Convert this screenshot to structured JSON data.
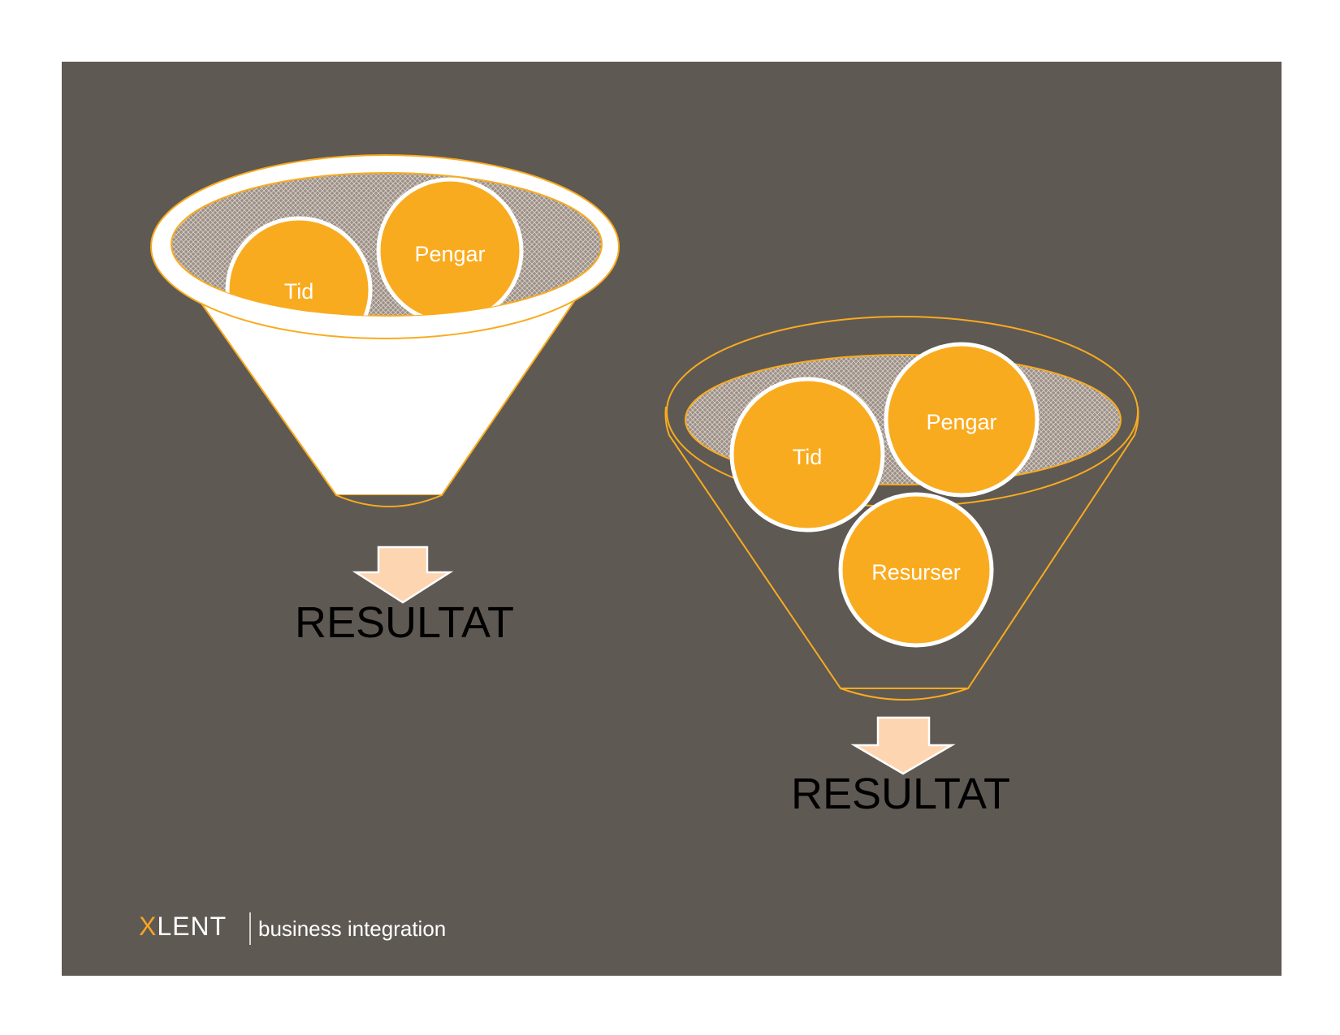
{
  "colors": {
    "background": "#5f5953",
    "accent": "#f9ab1f",
    "funnel_fill": "#ffffff",
    "arrow": "#fdd5b0",
    "basin": "#9a8f86"
  },
  "funnels": [
    {
      "circles": [
        {
          "label": "Tid"
        },
        {
          "label": "Pengar"
        }
      ],
      "result_label": "RESULTAT"
    },
    {
      "circles": [
        {
          "label": "Tid"
        },
        {
          "label": "Pengar"
        },
        {
          "label": "Resurser"
        }
      ],
      "result_label": "RESULTAT"
    }
  ],
  "logo": {
    "mark_first": "X",
    "mark_rest": "LENT",
    "tagline": "business integration"
  }
}
